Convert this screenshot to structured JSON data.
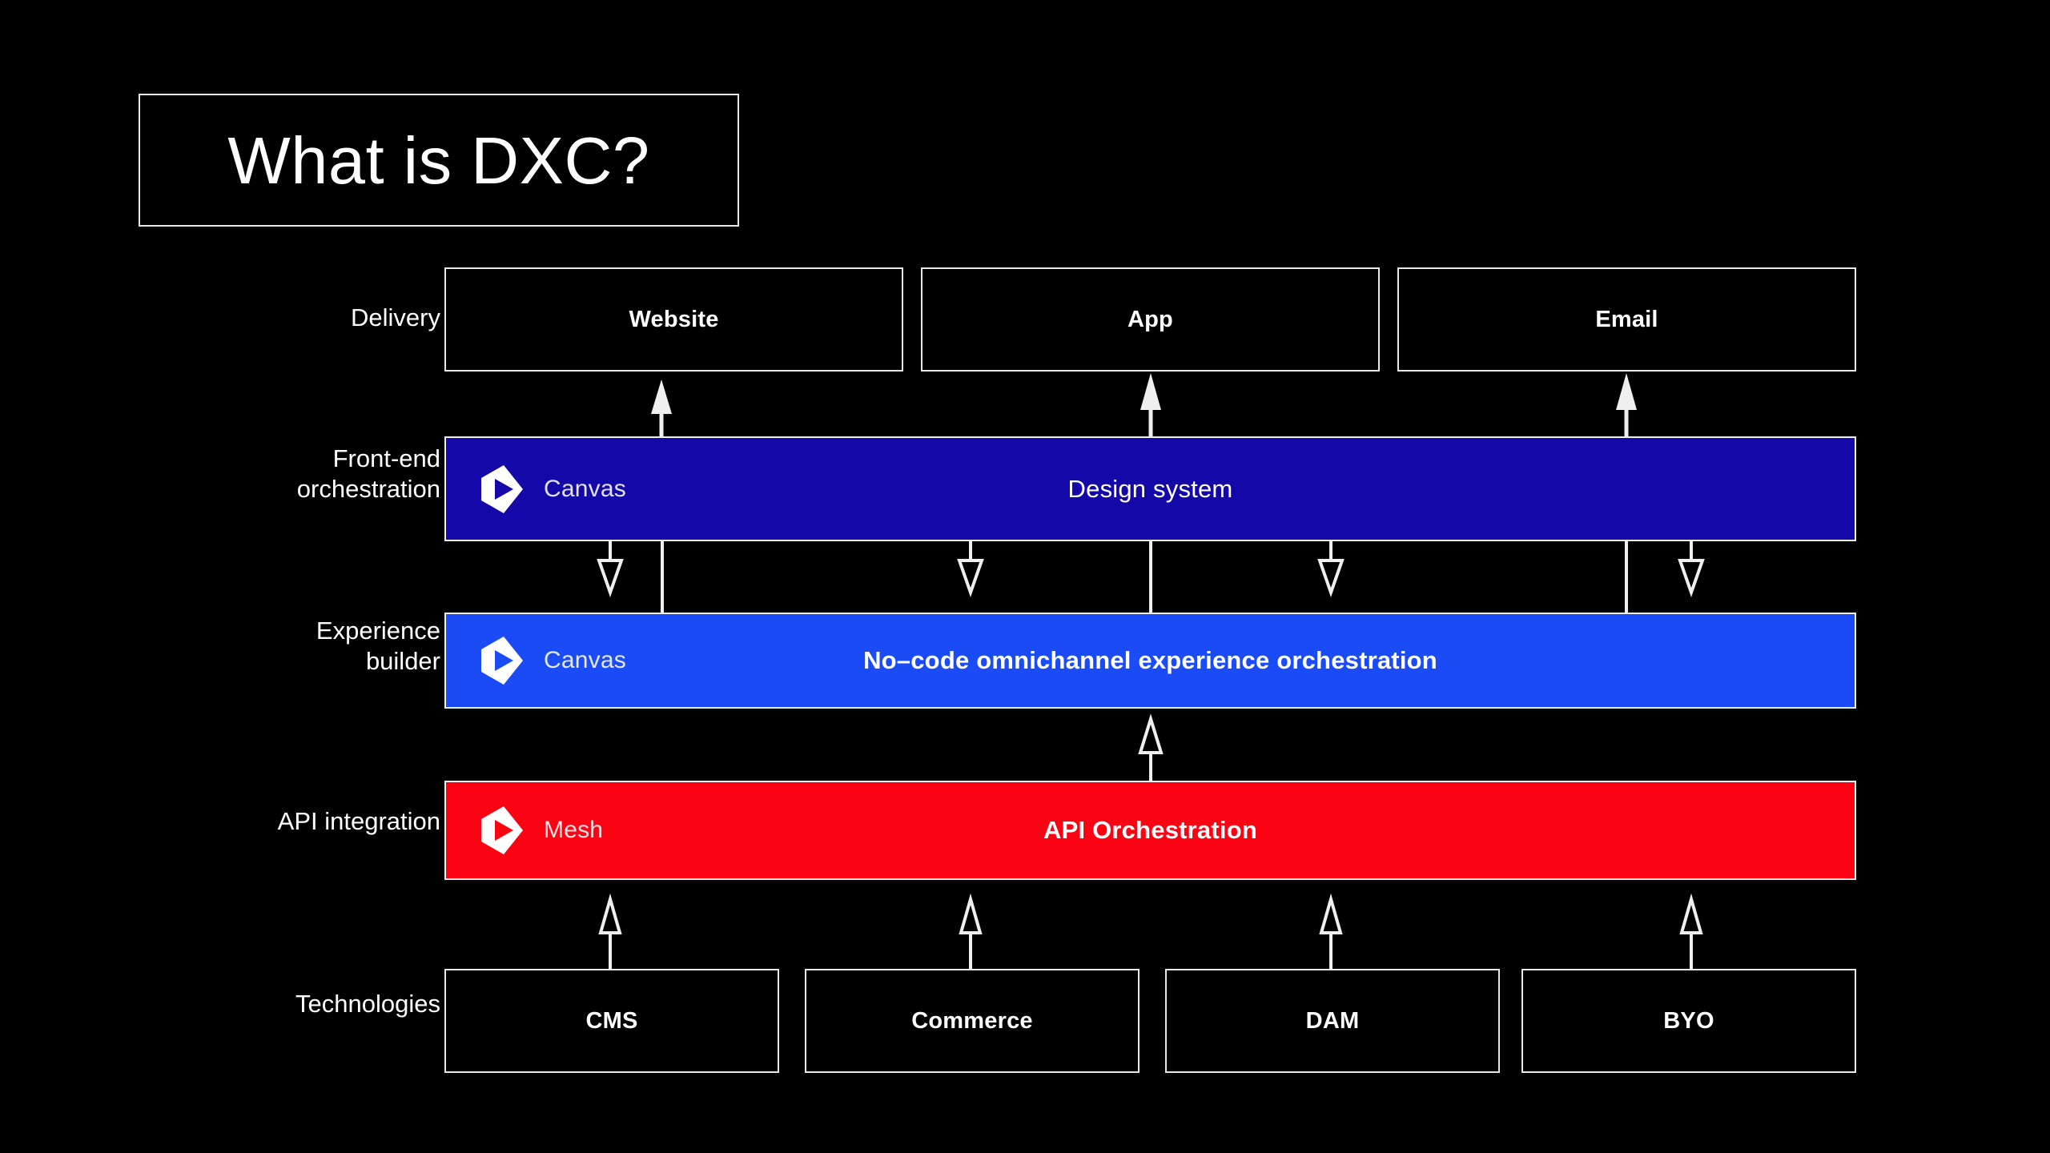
{
  "title": {
    "text": "What is DXC?"
  },
  "colors": {
    "background": "#000000",
    "outline": "#e9e9e9",
    "front_end_bar": "#1409a8",
    "experience_bar": "#1a4bf5",
    "api_bar": "#fb0312",
    "text": "#ffffff"
  },
  "rows": [
    {
      "id": "delivery",
      "label": "Delivery",
      "type": "boxes",
      "items": [
        {
          "label": "Website"
        },
        {
          "label": "App"
        },
        {
          "label": "Email"
        }
      ]
    },
    {
      "id": "front-end-orchestration",
      "label": "Front-end\norchestration",
      "type": "bar",
      "brand": "Canvas",
      "brand_icon": "canvas-play-hexagon-icon",
      "center_label": "Design system",
      "color": "#1409a8",
      "label_weight": "medium"
    },
    {
      "id": "experience-builder",
      "label": "Experience\nbuilder",
      "type": "bar",
      "brand": "Canvas",
      "brand_icon": "canvas-play-hexagon-icon",
      "center_label": "No–code omnichannel experience orchestration",
      "color": "#1a4bf5",
      "label_weight": "bold"
    },
    {
      "id": "api-integration",
      "label": "API integration",
      "type": "bar",
      "brand": "Mesh",
      "brand_icon": "mesh-play-hexagon-icon",
      "center_label": "API Orchestration",
      "color": "#fb0312",
      "label_weight": "bold"
    },
    {
      "id": "technologies",
      "label": "Technologies",
      "type": "boxes",
      "items": [
        {
          "label": "CMS"
        },
        {
          "label": "Commerce"
        },
        {
          "label": "DAM"
        },
        {
          "label": "BYO"
        }
      ]
    }
  ],
  "connectors": {
    "delivery_up_arrows": 3,
    "orchestration_down_arrows": 4,
    "experience_up_arrows": 1,
    "technologies_up_arrows": 4
  }
}
